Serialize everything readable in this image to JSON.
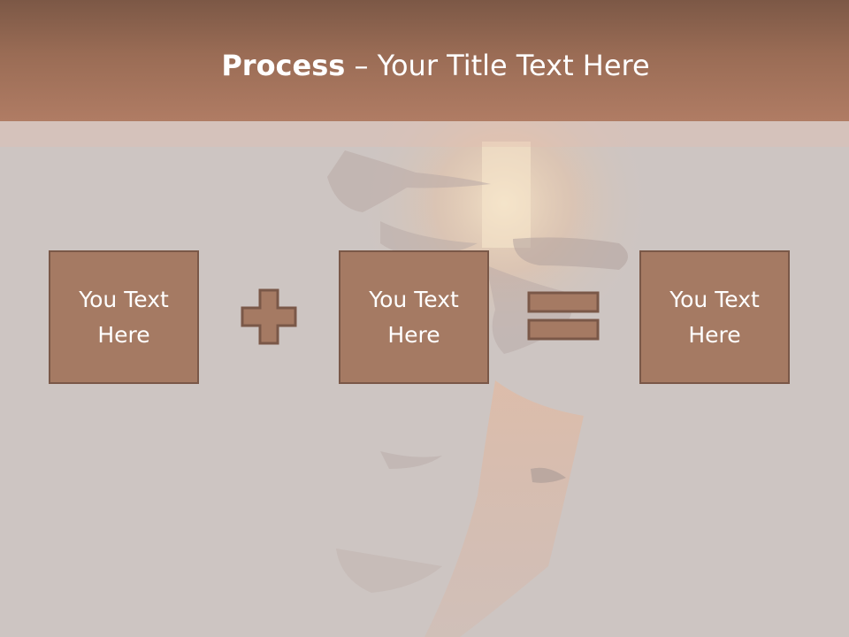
{
  "slide": {
    "title_bold": "Process",
    "title_rest": " – Your Title Text Here"
  },
  "boxes": [
    {
      "text": "You Text Here"
    },
    {
      "text": "You Text Here"
    },
    {
      "text": "You Text Here"
    }
  ],
  "operators": [
    "plus-icon",
    "equals-icon"
  ],
  "colors": {
    "header": "#9a6c55",
    "box_fill": "#a57a63",
    "box_border": "#7a5848",
    "background": "#cdc5c2",
    "text": "#ffffff"
  }
}
